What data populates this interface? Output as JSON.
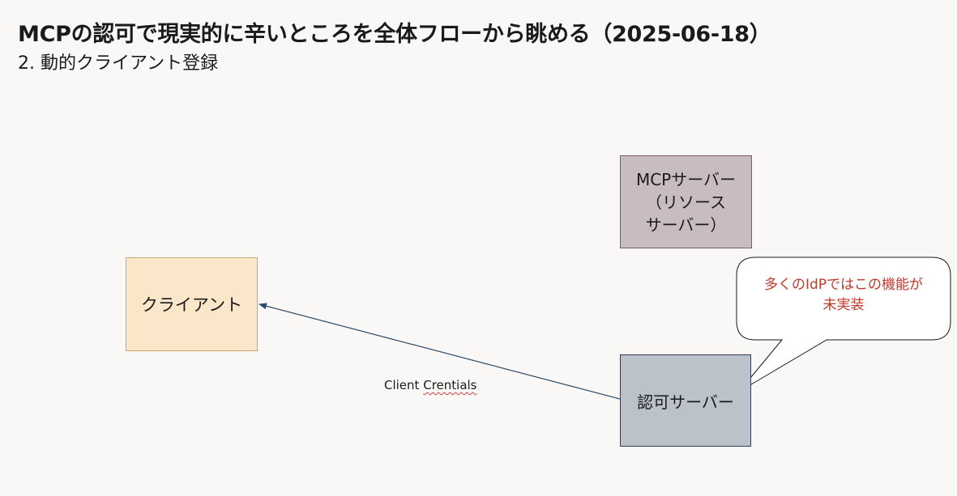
{
  "slide": {
    "title": "MCPの認可で現実的に辛いところを全体フローから眺める（2025-06-18）",
    "subtitle": "2. 動的クライアント登録"
  },
  "nodes": {
    "client": {
      "label": "クライアント"
    },
    "mcp_server": {
      "label": "MCPサーバー\n（リソース\nサーバー）"
    },
    "auth_server": {
      "label": "認可サーバー"
    }
  },
  "callout": {
    "text": "多くのIdPではこの機能が\n未実装"
  },
  "edge": {
    "label_prefix": "Client",
    "label_misspelled": "Crentials"
  },
  "colors": {
    "client_fill": "#fae6c8",
    "mcp_fill": "#c8bcbe",
    "auth_fill": "#bcc2c9",
    "arrow": "#2c4a66",
    "callout_text": "#c0392b"
  }
}
